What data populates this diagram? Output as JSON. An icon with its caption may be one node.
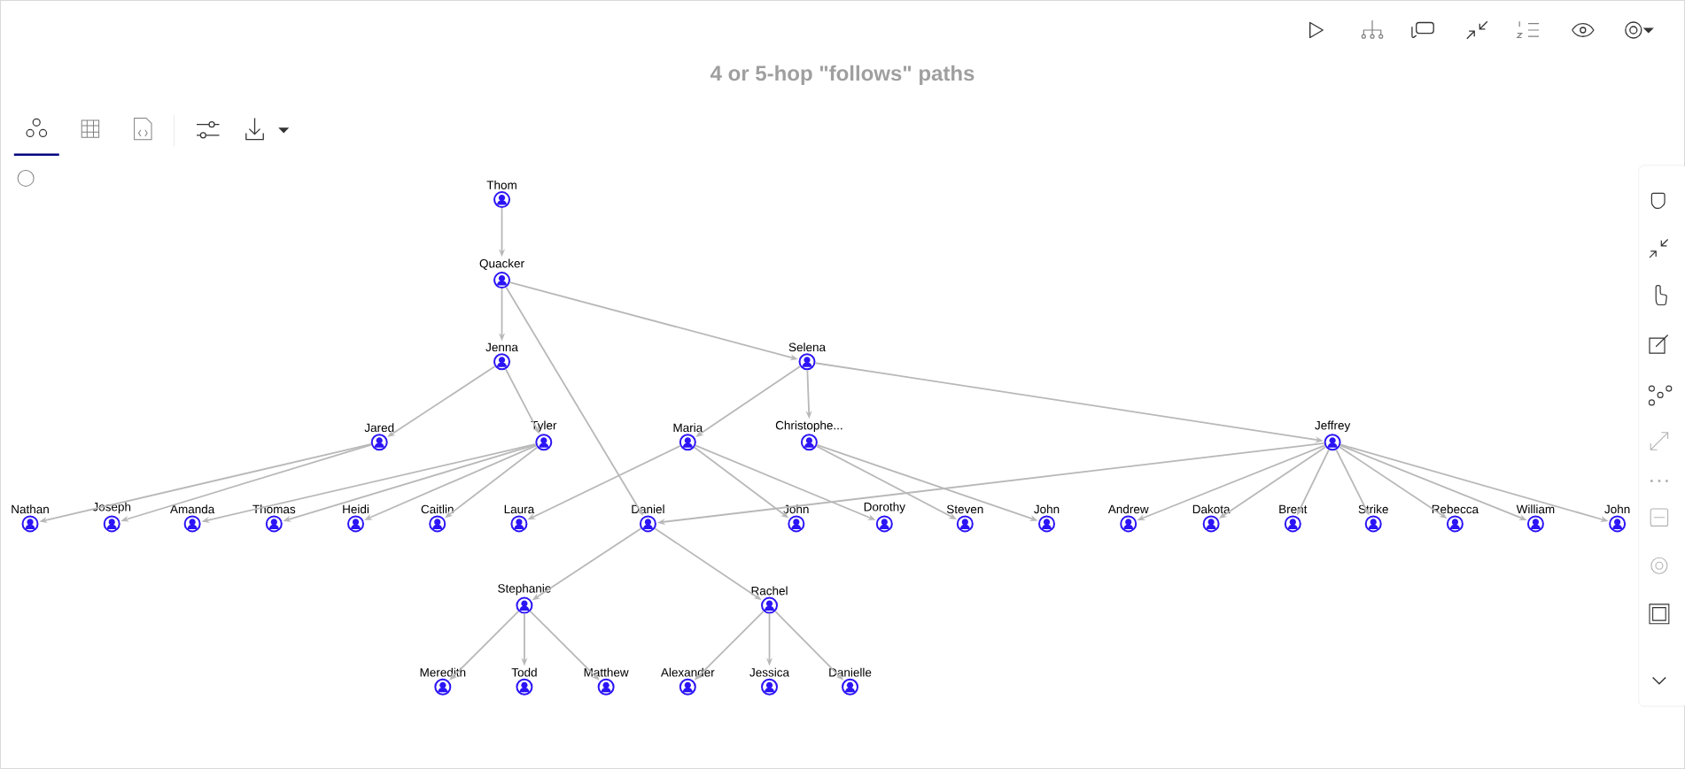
{
  "diagram": {
    "title": "4 or 5-hop \"follows\" paths",
    "nodes": [
      {
        "text": [
          "Thom"
        ]
      },
      {
        "text": [
          "Quacker"
        ]
      },
      {
        "text": [
          "Jenna"
        ]
      },
      {
        "text": [
          "Selena"
        ]
      },
      {
        "text": [
          "Jared"
        ]
      },
      {
        "text": [
          "Tyler"
        ]
      },
      {
        "text": [
          "Maria"
        ]
      },
      {
        "text": [
          "Christophe..."
        ]
      },
      {
        "text": [
          "Jeffrey"
        ]
      },
      {
        "text": [
          "Nathan"
        ]
      },
      {
        "text": [
          "Joseph"
        ]
      },
      {
        "text": [
          "Amanda"
        ]
      },
      {
        "text": [
          "Thomas"
        ]
      },
      {
        "text": [
          "Heidi"
        ]
      },
      {
        "text": [
          "Caitlin"
        ]
      },
      {
        "text": [
          "Laura"
        ]
      },
      {
        "text": [
          "Daniel"
        ]
      },
      {
        "text": [
          "John"
        ]
      },
      {
        "text": [
          "Dorothy"
        ]
      },
      {
        "text": [
          "Steven"
        ]
      },
      {
        "text": [
          "John"
        ]
      },
      {
        "text": [
          "Andrew"
        ]
      },
      {
        "text": [
          "Dakota"
        ]
      },
      {
        "text": [
          "Brent"
        ]
      },
      {
        "text": [
          "Strike"
        ]
      },
      {
        "text": [
          "Rebecca"
        ]
      },
      {
        "text": [
          "William"
        ]
      },
      {
        "text": [
          "John"
        ]
      },
      {
        "text": [
          "Stephanie"
        ]
      },
      {
        "text": [
          "Rachel"
        ]
      },
      {
        "text": [
          "Meredith"
        ]
      },
      {
        "text": [
          "Todd"
        ]
      },
      {
        "text": [
          "Matthew"
        ]
      },
      {
        "text": [
          "Alexander"
        ]
      },
      {
        "text": [
          "Jessica"
        ]
      },
      {
        "text": [
          "Danielle"
        ]
      }
    ],
    "edges": [
      {
        "from": 0,
        "to": 1,
        "arrow": "to"
      },
      {
        "from": 1,
        "to": 2,
        "arrow": "to"
      },
      {
        "from": 1,
        "to": 16,
        "arrow": "to"
      },
      {
        "from": 1,
        "to": 3,
        "arrow": "to"
      },
      {
        "from": 2,
        "to": 4,
        "arrow": "to"
      },
      {
        "from": 2,
        "to": 5,
        "arrow": "to"
      },
      {
        "from": 3,
        "to": 6,
        "arrow": "to"
      },
      {
        "from": 3,
        "to": 7,
        "arrow": "to"
      },
      {
        "from": 3,
        "to": 8,
        "arrow": "to"
      },
      {
        "from": 4,
        "to": 9,
        "arrow": "to"
      },
      {
        "from": 4,
        "to": 10,
        "arrow": "to"
      },
      {
        "from": 5,
        "to": 11,
        "arrow": "to"
      },
      {
        "from": 5,
        "to": 12,
        "arrow": "to"
      },
      {
        "from": 5,
        "to": 13,
        "arrow": "to"
      },
      {
        "from": 5,
        "to": 14,
        "arrow": "to"
      },
      {
        "from": 6,
        "to": 15,
        "arrow": "to"
      },
      {
        "from": 6,
        "to": 17,
        "arrow": "to"
      },
      {
        "from": 6,
        "to": 18,
        "arrow": "to"
      },
      {
        "from": 7,
        "to": 19,
        "arrow": "to"
      },
      {
        "from": 7,
        "to": 20,
        "arrow": "to"
      },
      {
        "from": 8,
        "to": 16,
        "arrow": "to"
      },
      {
        "from": 8,
        "to": 21,
        "arrow": "to"
      },
      {
        "from": 8,
        "to": 22,
        "arrow": "to"
      },
      {
        "from": 8,
        "to": 23,
        "arrow": "to"
      },
      {
        "from": 8,
        "to": 24,
        "arrow": "to"
      },
      {
        "from": 8,
        "to": 25,
        "arrow": "to"
      },
      {
        "from": 8,
        "to": 26,
        "arrow": "to"
      },
      {
        "from": 8,
        "to": 27,
        "arrow": "to"
      },
      {
        "from": 16,
        "to": 28,
        "arrow": "to"
      },
      {
        "from": 16,
        "to": 29,
        "arrow": "to"
      },
      {
        "from": 28,
        "to": 30,
        "arrow": "to"
      },
      {
        "from": 28,
        "to": 31,
        "arrow": "to"
      },
      {
        "from": 28,
        "to": 32,
        "arrow": "to"
      },
      {
        "from": 29,
        "to": 33,
        "arrow": "to"
      },
      {
        "from": 29,
        "to": 34,
        "arrow": "to"
      },
      {
        "from": 29,
        "to": 35,
        "arrow": "to"
      }
    ]
  }
}
